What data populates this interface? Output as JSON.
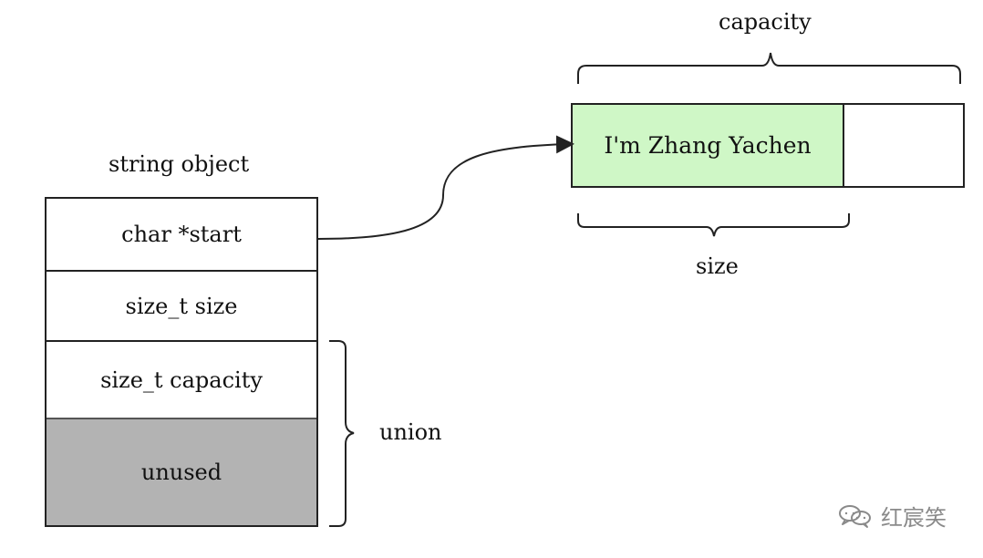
{
  "diagram": {
    "string_object_label": "string object",
    "fields": {
      "start": "char *start",
      "size": "size_t size",
      "capacity": "size_t capacity",
      "unused": "unused"
    },
    "union_label": "union",
    "buffer": {
      "capacity_label": "capacity",
      "size_label": "size",
      "content": "I'm Zhang Yachen"
    }
  },
  "watermark": {
    "brand": "红宸笑",
    "icon": "chat-bubbles-icon"
  },
  "colors": {
    "border": "#222222",
    "filled_buffer": "#cff7c6",
    "unused_fill": "#b3b3b3",
    "watermark": "#8a8a8a"
  }
}
